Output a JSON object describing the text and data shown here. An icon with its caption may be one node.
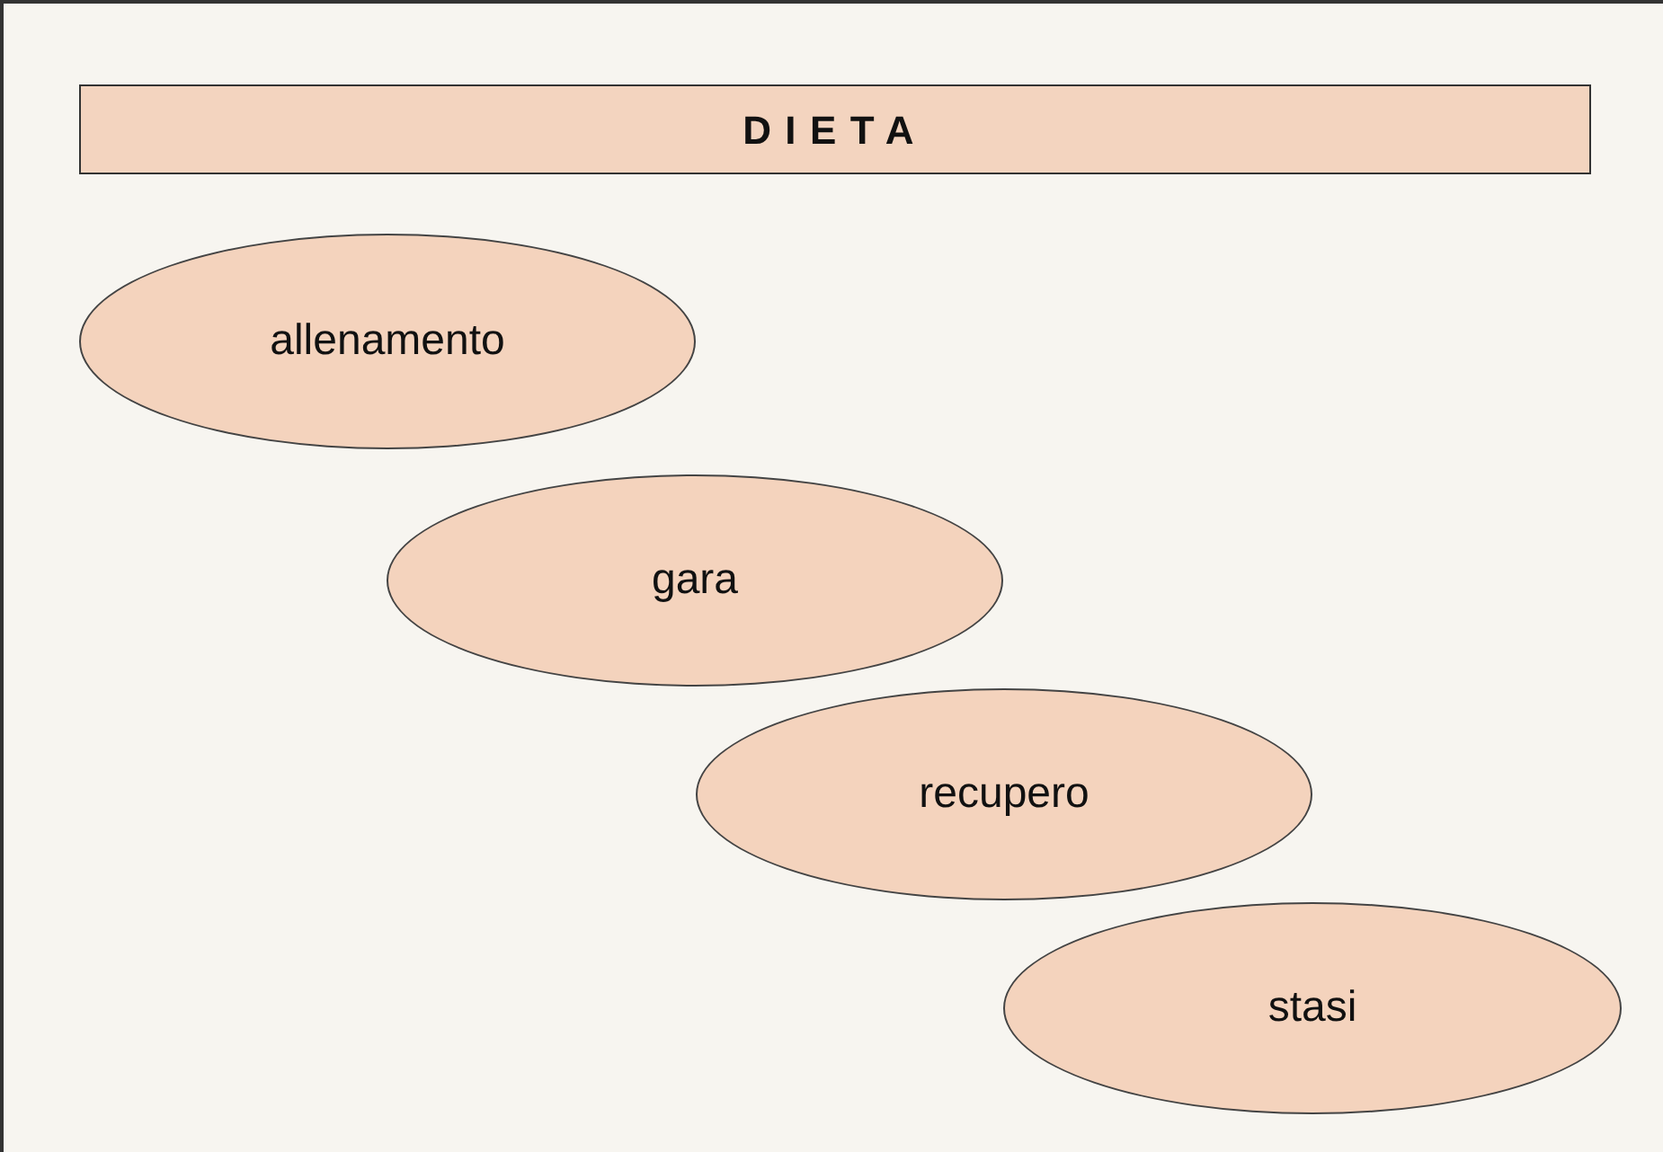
{
  "diagram": {
    "title": "DIETA",
    "nodes": [
      {
        "text": [
          "allenamento"
        ]
      },
      {
        "text": [
          "gara"
        ]
      },
      {
        "text": [
          "recupero"
        ]
      },
      {
        "text": [
          "stasi"
        ]
      }
    ]
  }
}
